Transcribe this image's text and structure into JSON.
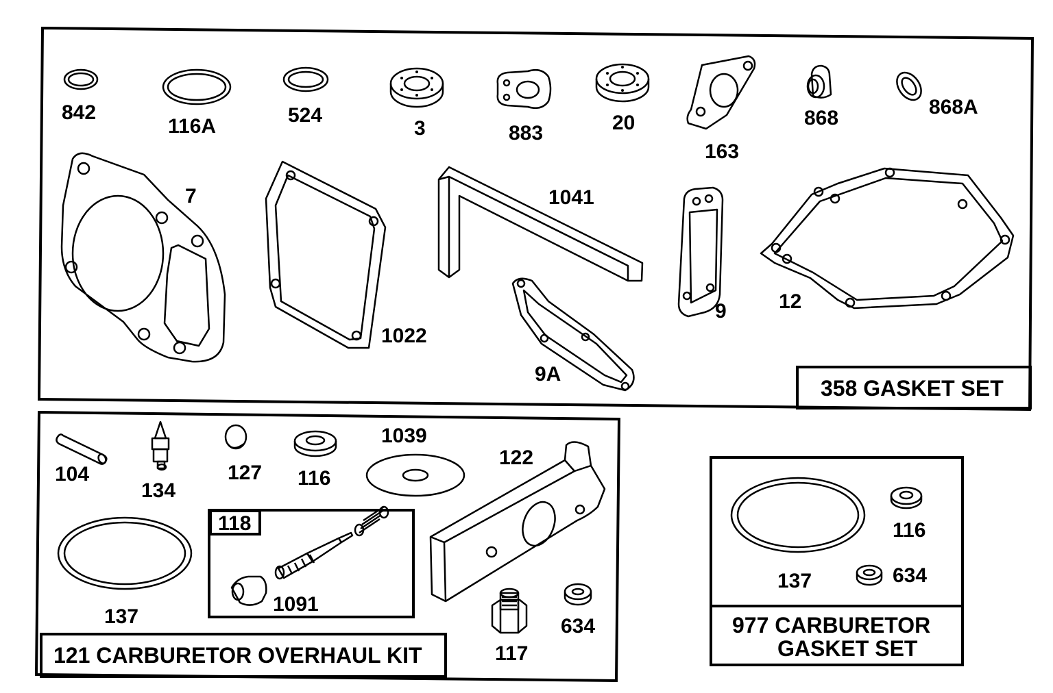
{
  "gasket_set": {
    "title": "358 GASKET SET",
    "labels": {
      "p842": "842",
      "p116A": "116A",
      "p524": "524",
      "p3": "3",
      "p883": "883",
      "p20": "20",
      "p163": "163",
      "p868": "868",
      "p868A": "868A",
      "p7": "7",
      "p1022": "1022",
      "p1041": "1041",
      "p9A": "9A",
      "p9": "9",
      "p12": "12"
    }
  },
  "overhaul_kit": {
    "title": "121 CARBURETOR OVERHAUL KIT",
    "labels": {
      "p104": "104",
      "p134": "134",
      "p127": "127",
      "p116": "116",
      "p1039": "1039",
      "p122": "122",
      "p137": "137",
      "p1091": "1091",
      "p117": "117",
      "p634": "634"
    },
    "subkit": {
      "title": "118"
    }
  },
  "carb_gasket_set": {
    "title_line1": "977 CARBURETOR",
    "title_line2": "GASKET SET",
    "labels": {
      "p137": "137",
      "p116": "116",
      "p634": "634"
    }
  }
}
